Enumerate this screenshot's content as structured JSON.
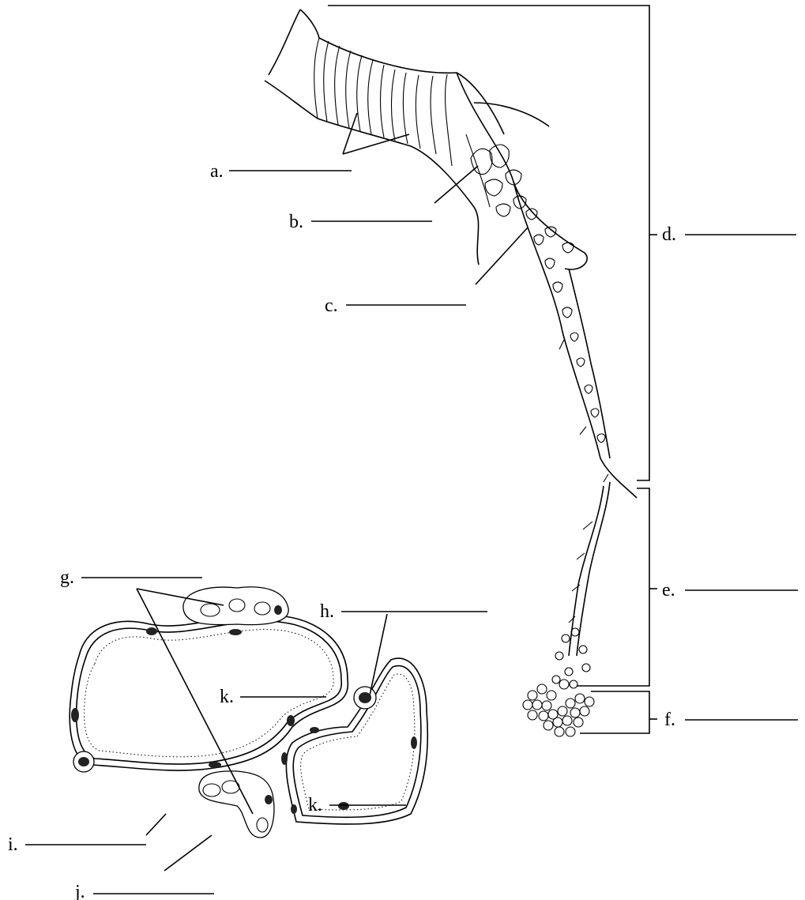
{
  "labels": {
    "a": "a.",
    "b": "b.",
    "c": "c.",
    "d": "d.",
    "e": "e.",
    "f": "f.",
    "g": "g.",
    "h": "h.",
    "i": "i.",
    "j": "j.",
    "k1": "k.",
    "k2": "k."
  },
  "icons": {
    "airway": "bronchial-tree-drawing",
    "alveoli": "alveolar-section-drawing"
  }
}
